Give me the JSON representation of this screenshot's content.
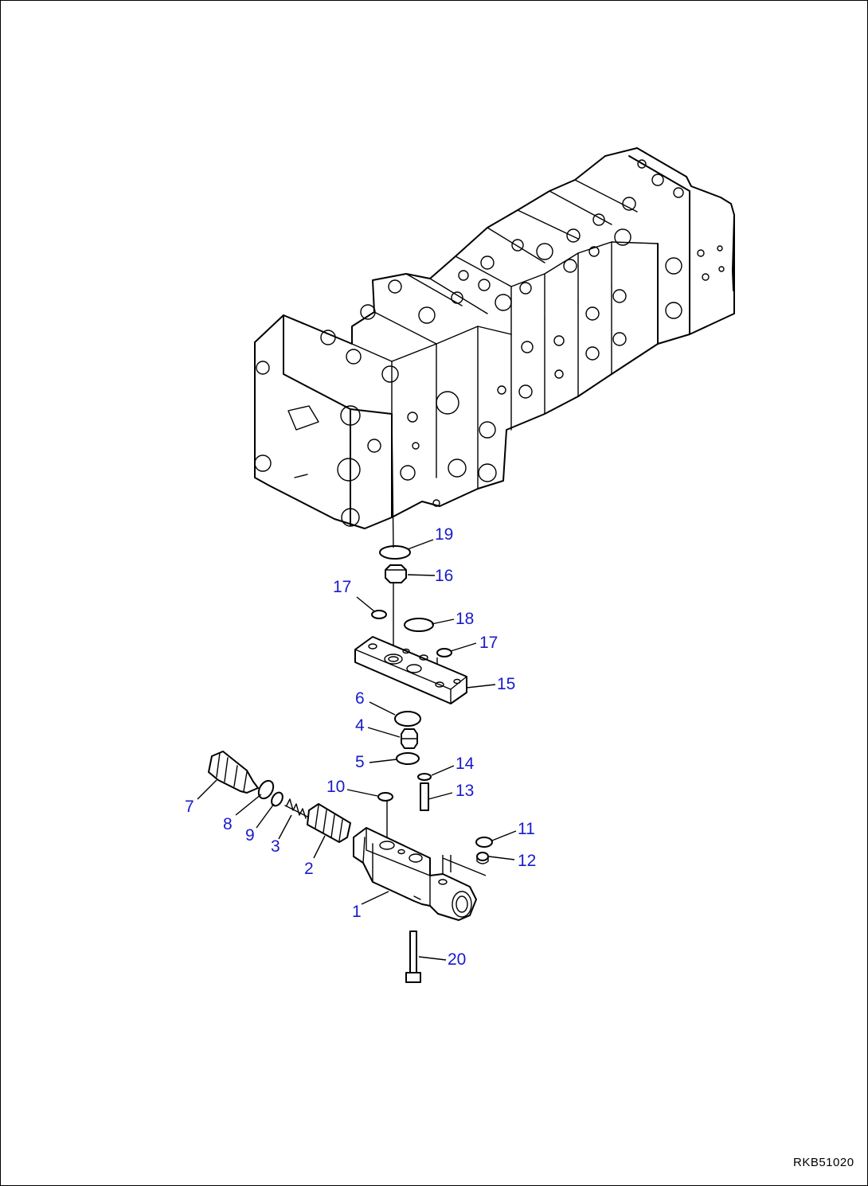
{
  "drawing_number": "RKB51020",
  "callouts": {
    "c1": "1",
    "c2": "2",
    "c3": "3",
    "c4": "4",
    "c5": "5",
    "c6": "6",
    "c7": "7",
    "c8": "8",
    "c9": "9",
    "c10": "10",
    "c11": "11",
    "c12": "12",
    "c13": "13",
    "c14": "14",
    "c15": "15",
    "c16": "16",
    "c17a": "17",
    "c17b": "17",
    "c18": "18",
    "c19": "19",
    "c20": "20"
  }
}
